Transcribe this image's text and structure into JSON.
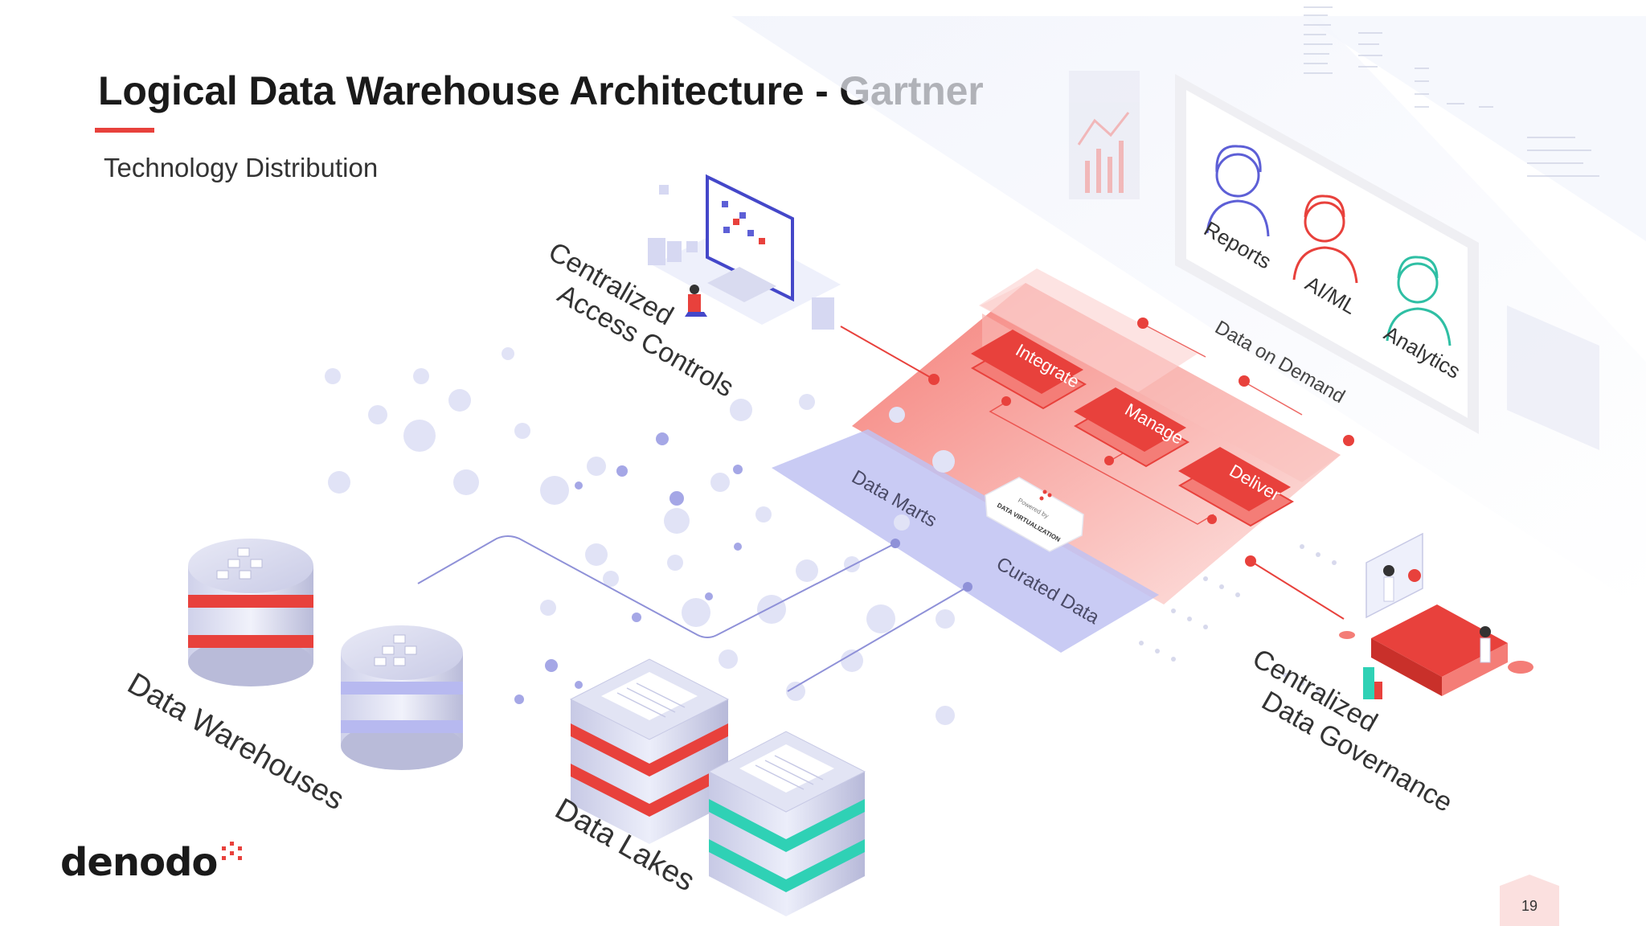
{
  "slide": {
    "title": "Logical Data Warehouse Architecture - Gartner",
    "subtitle": "Technology Distribution",
    "page_number": "19"
  },
  "diagram": {
    "access_controls": "Centralized Access Controls",
    "governance": "Centralized Data Governance",
    "warehouses": "Data Warehouses",
    "lakes": "Data Lakes",
    "data_marts": "Data Marts",
    "curated_data": "Curated Data",
    "integrate": "Integrate",
    "manage": "Manage",
    "deliver": "Deliver",
    "data_on_demand": "Data on Demand",
    "reports": "Reports",
    "aiml": "AI/ML",
    "analytics": "Analytics",
    "badge_top": "Powered by",
    "badge_bottom": "DATA VIRTUALIZATION"
  },
  "brand": {
    "logo_text": "denodo",
    "accent": "#e8413c",
    "lavender": "#b7b9f0",
    "teal": "#2fd1b5"
  }
}
